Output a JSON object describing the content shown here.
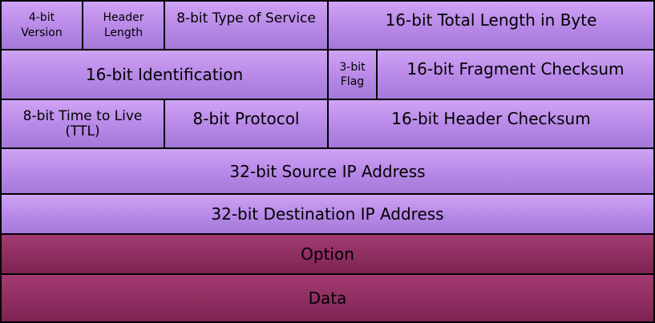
{
  "header": {
    "row1": {
      "version": "4-bit\nVersion",
      "header_length": "Header\nLength",
      "type_of_service": "8-bit Type of Service",
      "total_length": "16-bit Total Length in Byte"
    },
    "row2": {
      "identification": "16-bit Identification",
      "flag": "3-bit\nFlag",
      "fragment_checksum": "16-bit Fragment Checksum"
    },
    "row3": {
      "ttl": "8-bit Time to Live\n(TTL)",
      "protocol": "8-bit Protocol",
      "header_checksum": "16-bit Header Checksum"
    },
    "source_ip": "32-bit Source IP Address",
    "destination_ip": "32-bit Destination IP Address"
  },
  "option": "Option",
  "data": "Data",
  "colors": {
    "header_fill": "#b98ae8",
    "payload_fill": "#8e2e60",
    "border": "#000000"
  }
}
